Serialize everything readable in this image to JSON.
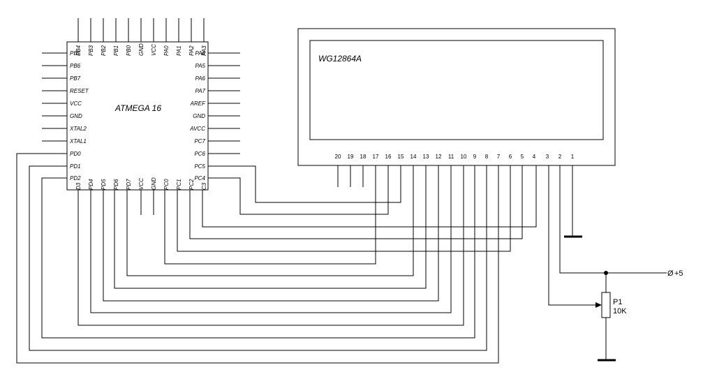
{
  "mcu": {
    "name": "ATMEGA 16",
    "top_pins": [
      "PB4",
      "PB3",
      "PB2",
      "PB1",
      "PB0",
      "GND",
      "VCC",
      "PA0",
      "PA1",
      "PA2",
      "PA3"
    ],
    "left_pins": [
      "PB5",
      "PB6",
      "PB7",
      "RESET",
      "VCC",
      "GND",
      "XTAL2",
      "XTAL1",
      "PD0",
      "PD1",
      "PD2"
    ],
    "right_pins": [
      "PA4",
      "PA5",
      "PA6",
      "PA7",
      "AREF",
      "GND",
      "AVCC",
      "PC7",
      "PC6",
      "PC5",
      "PC4"
    ],
    "bottom_pins": [
      "D3",
      "PD4",
      "PD5",
      "PD6",
      "PD7",
      "VCC",
      "GND",
      "PC0",
      "PC1",
      "PC2",
      "C3"
    ]
  },
  "lcd": {
    "name": "WG12864A",
    "pins": [
      "20",
      "19",
      "18",
      "17",
      "16",
      "15",
      "14",
      "13",
      "12",
      "11",
      "10",
      "9",
      "8",
      "7",
      "6",
      "5",
      "4",
      "3",
      "2",
      "1"
    ]
  },
  "pot": {
    "ref": "P1",
    "value": "10K"
  },
  "supply": {
    "label": "+5",
    "symbol": "Ø"
  }
}
